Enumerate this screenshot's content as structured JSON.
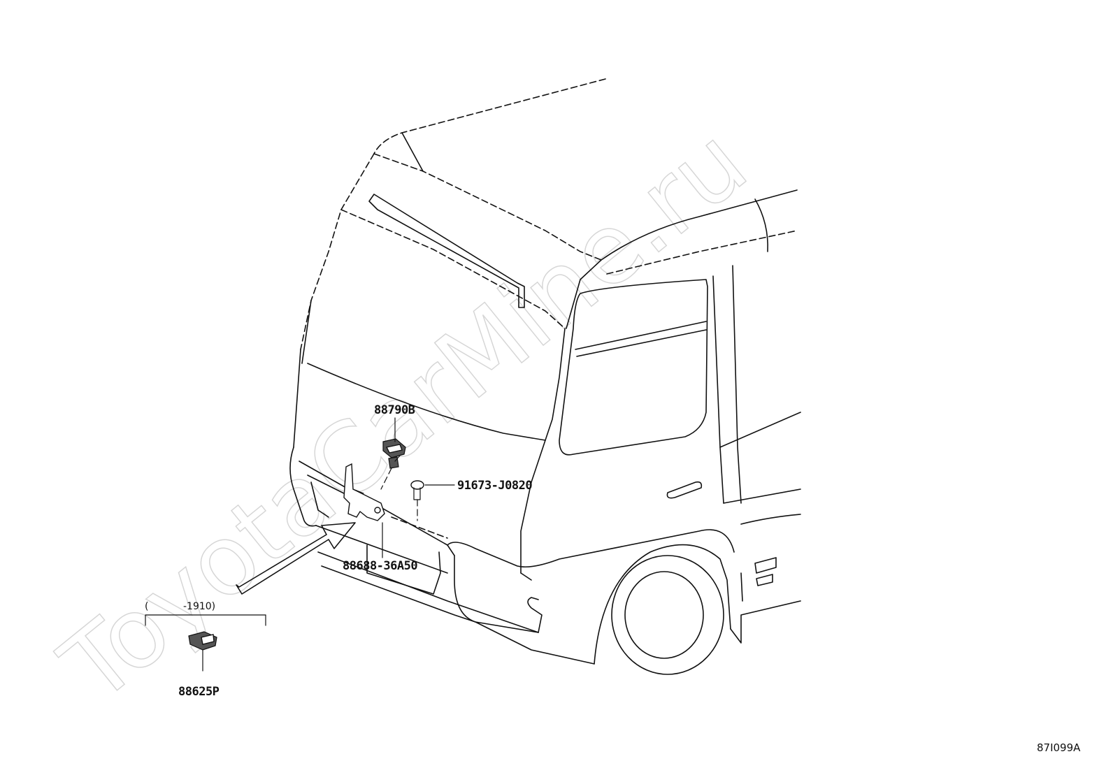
{
  "watermark": "ToyotaCarMine.ru",
  "callouts": {
    "sensor_top": "88790B",
    "bolt": "91673-J0820",
    "bracket": "88688-36A50",
    "sensor_alt": "88625P"
  },
  "date_range": {
    "open_paren": "(",
    "range": "-1910)"
  },
  "diagram_code": "87I099A"
}
